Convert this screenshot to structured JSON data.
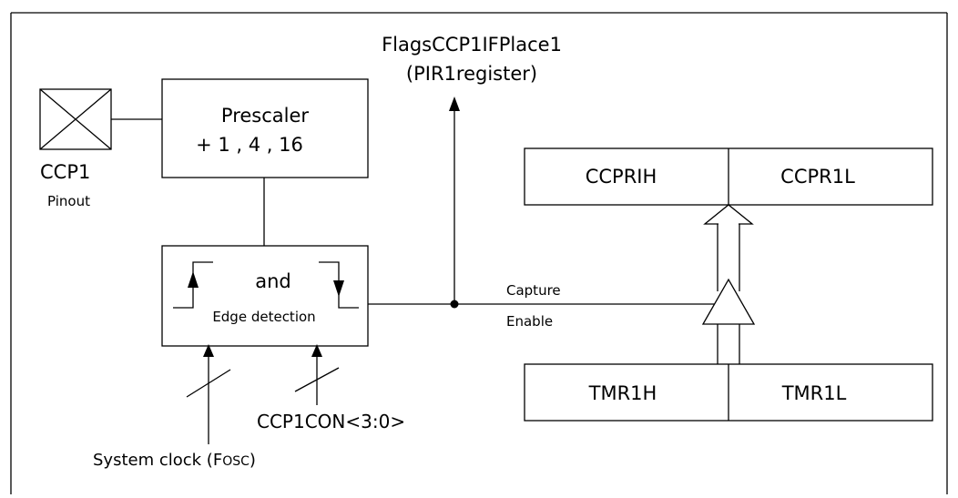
{
  "diagram": {
    "flag_label_line1": "FlagsCCP1IFPlace1",
    "flag_label_line2": "(PIR1register)",
    "pin_label": "CCP1",
    "pin_sublabel": "Pinout",
    "prescaler_title": "Prescaler",
    "prescaler_values": "+ 1 , 4 , 16",
    "edge_and": "and",
    "edge_title": "Edge detection",
    "capture_label": "Capture",
    "enable_label": "Enable",
    "ccpr_high": "CCPRIH",
    "ccpr_low": "CCPR1L",
    "tmr_high": "TMR1H",
    "tmr_low": "TMR1L",
    "ccpcon_label": "CCP1CON<3:0>",
    "sysclock_label_prefix": "System clock (",
    "sysclock_label_f": "F",
    "sysclock_label_osc": "OSC",
    "sysclock_label_suffix": ")"
  }
}
